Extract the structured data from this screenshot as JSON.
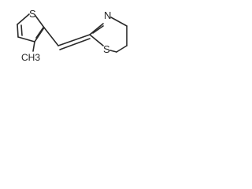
{
  "molecule": {
    "atoms": {
      "thiophene_sulfur": "S",
      "methyl_group": "CH3",
      "thiazine_nitrogen": "N",
      "thiazine_sulfur": "S"
    },
    "bond_color": "#2a2a2a",
    "label_color": "#222222"
  }
}
